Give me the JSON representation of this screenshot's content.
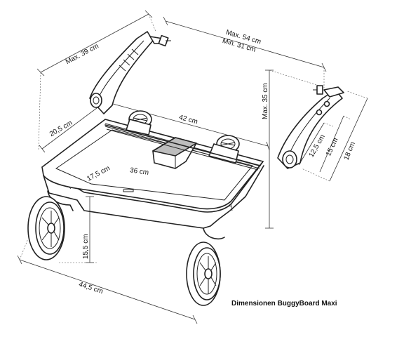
{
  "caption": "Dimensionen BuggyBoard Maxi",
  "dimensions": {
    "arm_length": "Max. 39 cm",
    "connector_max": "Max. 54 cm",
    "connector_min": "Min. 31 cm",
    "height_max": "Max. 35 cm",
    "board_depth": "20,5 cm",
    "board_width_top": "42 cm",
    "inner_depth": "17,5 cm",
    "inner_width": "36 cm",
    "wheel_height": "15,5 cm",
    "total_length": "44,5 cm",
    "bracket_12_5": "12,5 cm",
    "bracket_15": "15 cm",
    "bracket_18": "18 cm"
  }
}
